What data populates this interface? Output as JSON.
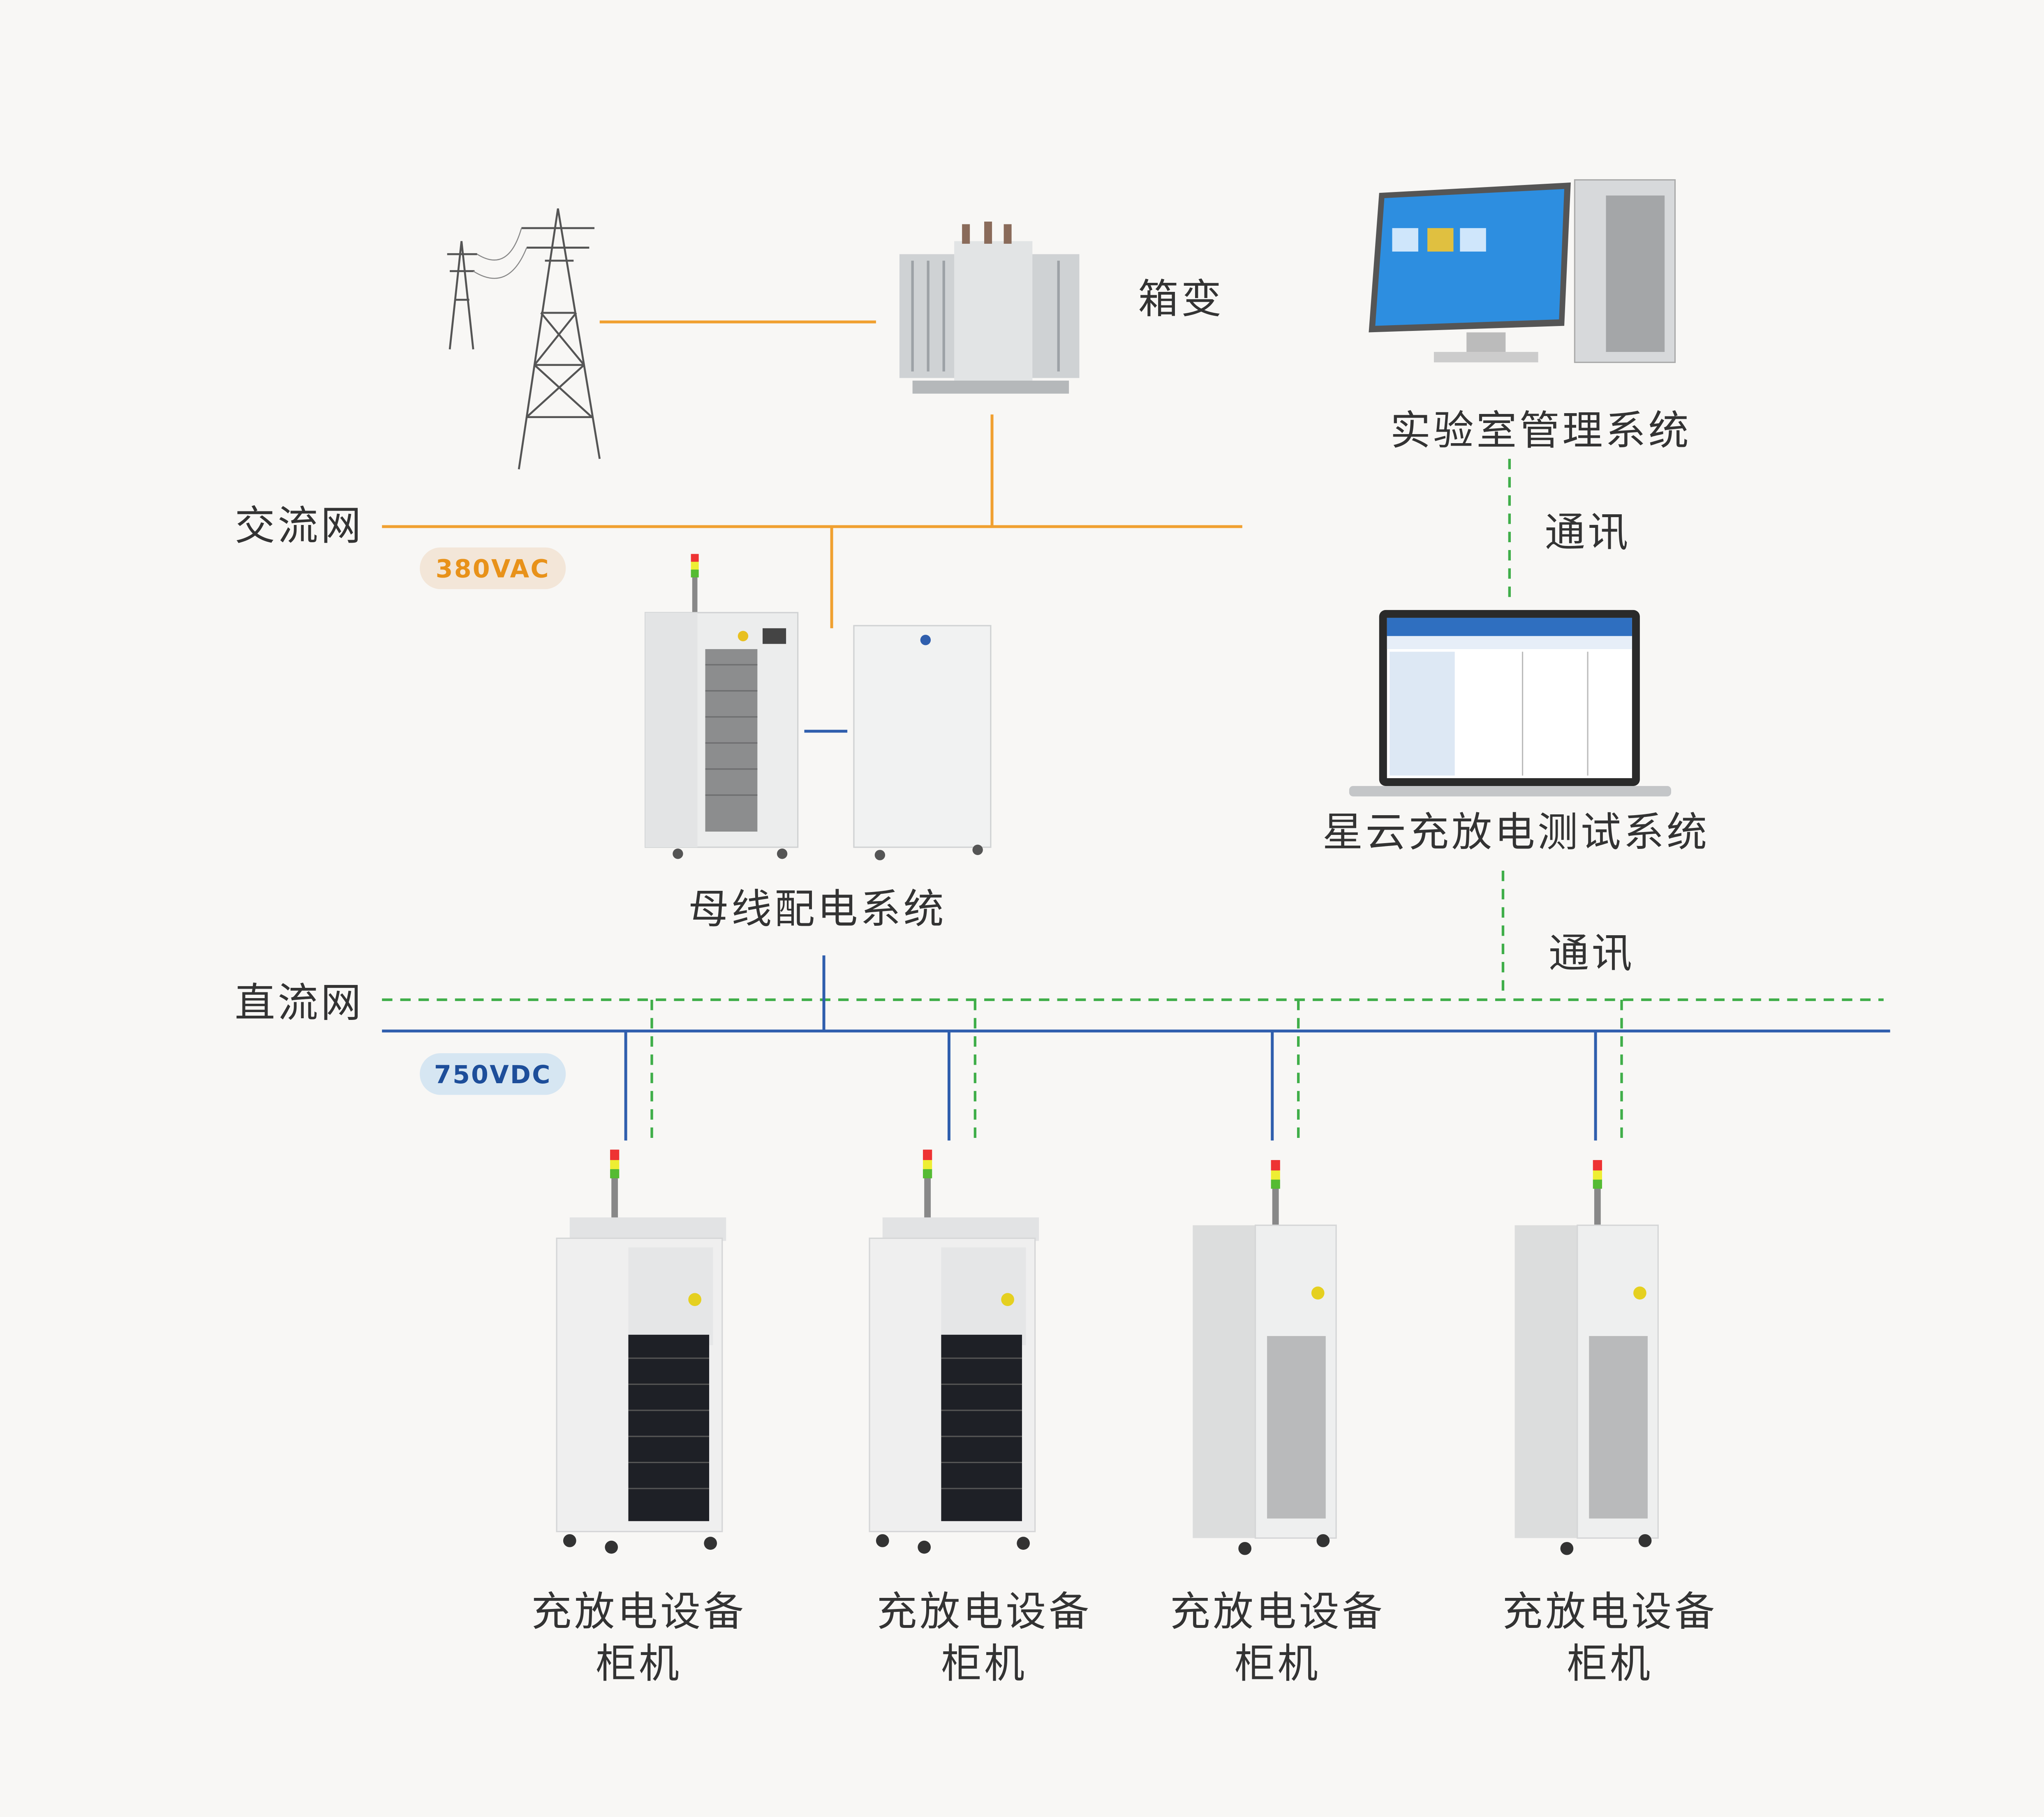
{
  "labels": {
    "ac_grid": "交流网",
    "dc_grid": "直流网",
    "box_transformer": "箱变",
    "lab_management": "实验室管理系统",
    "comm_1": "通讯",
    "comm_2": "通讯",
    "test_system": "星云充放电测试系统",
    "busbar_system": "母线配电系统"
  },
  "badges": {
    "ac_voltage": "380VAC",
    "dc_voltage": "750VDC"
  },
  "cabinets": [
    {
      "line1": "充放电设备",
      "line2": "柜机"
    },
    {
      "line1": "充放电设备",
      "line2": "柜机"
    },
    {
      "line1": "充放电设备",
      "line2": "柜机"
    },
    {
      "line1": "充放电设备",
      "line2": "柜机"
    }
  ],
  "colors": {
    "background": "#f8f7f5",
    "ac_line": "#f0a030",
    "dc_line": "#2f5ead",
    "comm_line": "#3fae49",
    "ac_badge_bg": "#f3e6d8",
    "ac_badge_text": "#e8921a",
    "dc_badge_bg": "#d6e6f2",
    "dc_badge_text": "#1d4e9a"
  }
}
